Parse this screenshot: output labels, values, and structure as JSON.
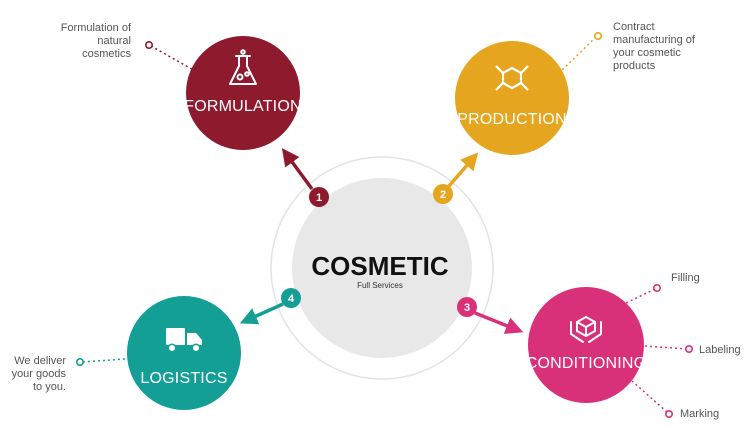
{
  "center": {
    "title": "COSMETIC",
    "subtitle": "Full Services"
  },
  "nodes": [
    {
      "label": "FORMULATION",
      "number": "1",
      "color": "#8e1a2e",
      "icon": "flask-icon",
      "captions": [
        "Formulation of\nnatural\ncosmetics"
      ]
    },
    {
      "label": "PRODUCTION",
      "number": "2",
      "color": "#e6a51e",
      "icon": "molecule-icon",
      "captions": [
        "Contract\nmanufacturing of\nyour cosmetic\nproducts"
      ]
    },
    {
      "label": "CONDITIONING",
      "number": "3",
      "color": "#d9307a",
      "icon": "hands-box-icon",
      "captions": [
        "Filling",
        "Labeling",
        "Marking"
      ]
    },
    {
      "label": "LOGISTICS",
      "number": "4",
      "color": "#139e96",
      "icon": "truck-icon",
      "captions": [
        "We deliver\nyour goods\nto you."
      ]
    }
  ]
}
